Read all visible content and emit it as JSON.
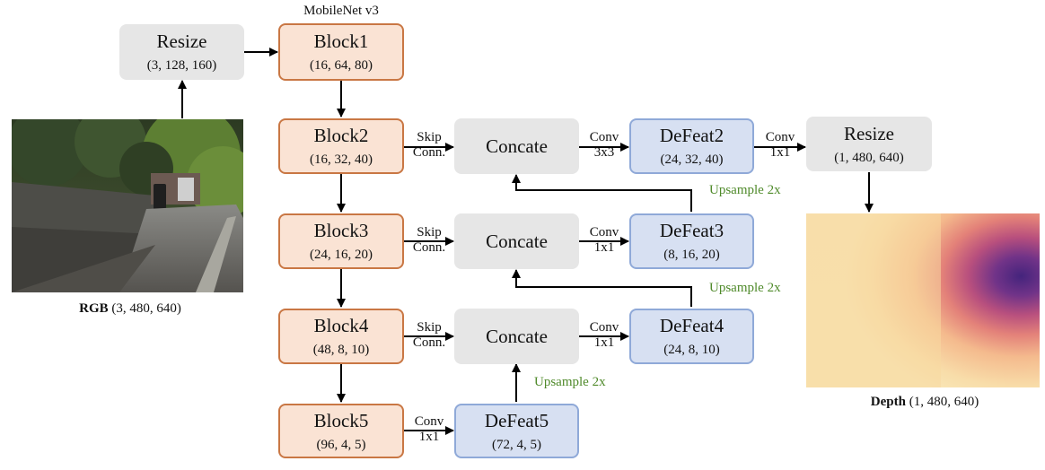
{
  "header_label": "MobileNet v3",
  "resize_in": {
    "title": "Resize",
    "dims": "(3, 128, 160)"
  },
  "resize_out": {
    "title": "Resize",
    "dims": "(1, 480, 640)"
  },
  "blocks": [
    {
      "title": "Block1",
      "dims": "(16, 64, 80)"
    },
    {
      "title": "Block2",
      "dims": "(16, 32, 40)"
    },
    {
      "title": "Block3",
      "dims": "(24, 16, 20)"
    },
    {
      "title": "Block4",
      "dims": "(48, 8, 10)"
    },
    {
      "title": "Block5",
      "dims": "(96, 4, 5)"
    }
  ],
  "concats": [
    "Concate",
    "Concate",
    "Concate"
  ],
  "defeats": [
    {
      "title": "DeFeat2",
      "dims": "(24, 32, 40)"
    },
    {
      "title": "DeFeat3",
      "dims": "(8, 16, 20)"
    },
    {
      "title": "DeFeat4",
      "dims": "(24, 8, 10)"
    },
    {
      "title": "DeFeat5",
      "dims": "(72, 4, 5)"
    }
  ],
  "skip_label": {
    "line1": "Skip",
    "line2": "Conn."
  },
  "conv_labels": {
    "row2_concat_to_defeat": {
      "line1": "Conv",
      "line2": "3x3"
    },
    "row2_defeat_to_resize": {
      "line1": "Conv",
      "line2": "1x1"
    },
    "row3": {
      "line1": "Conv",
      "line2": "1x1"
    },
    "row4": {
      "line1": "Conv",
      "line2": "1x1"
    },
    "row5": {
      "line1": "Conv",
      "line2": "1x1"
    }
  },
  "upsample": "Upsample 2x",
  "rgb_caption": {
    "bold": "RGB",
    "rest": " (3, 480, 640)"
  },
  "depth_caption": {
    "bold": "Depth",
    "rest": " (1, 480, 640)"
  }
}
